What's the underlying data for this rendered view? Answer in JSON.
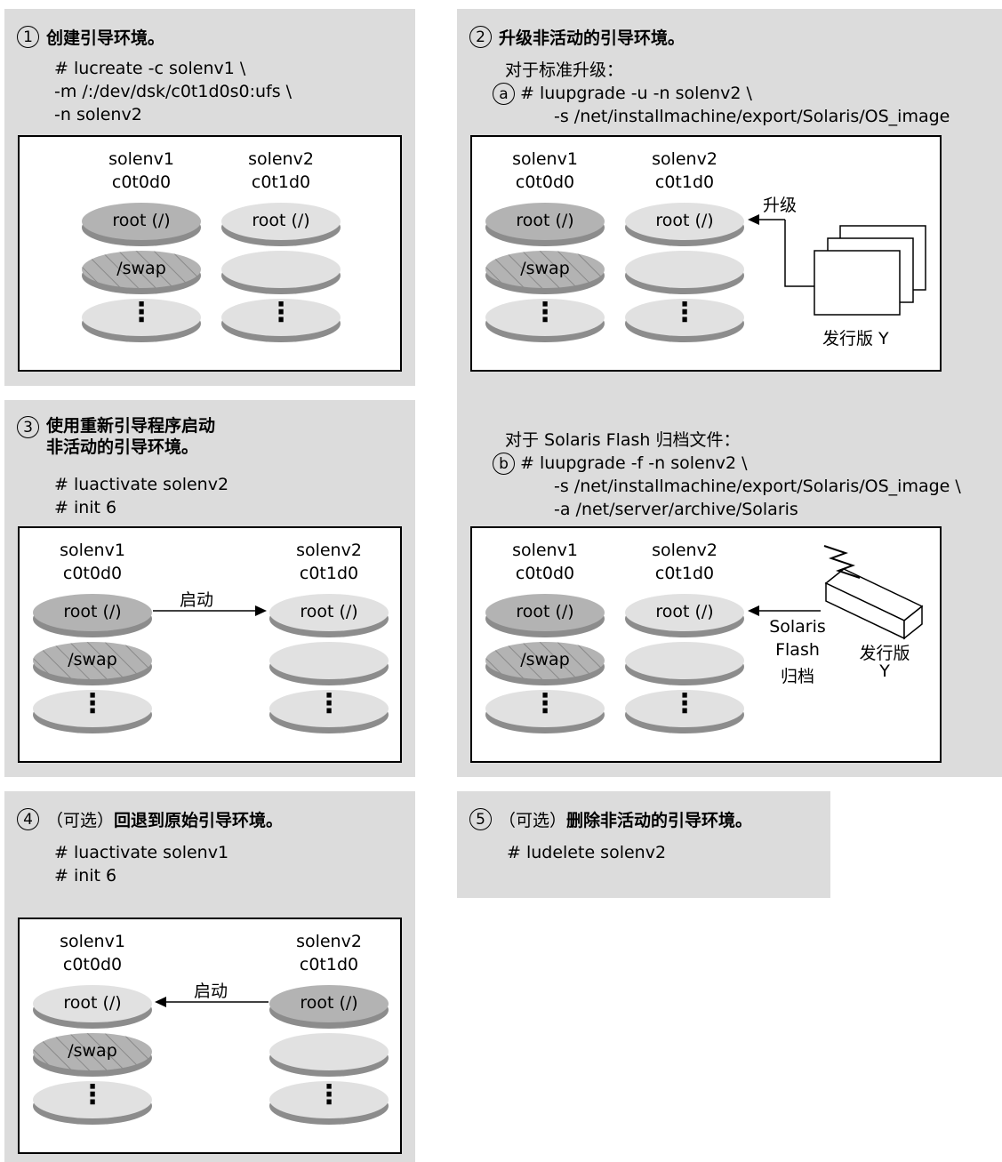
{
  "panels": {
    "p1": {
      "num": "1",
      "title": "创建引导环境。",
      "cmd": [
        "# lucreate -c solenv1 \\",
        "-m /:/dev/dsk/c0t1d0s0:ufs \\",
        "-n solenv2"
      ]
    },
    "p2": {
      "num": "2",
      "title": "升级非活动的引导环境。",
      "intro": "对于标准升级：",
      "opt_a": "a",
      "cmd_a": [
        "# luupgrade -u -n solenv2 \\",
        "-s /net/installmachine/export/Solaris/OS_image"
      ],
      "intro_b": "对于 Solaris Flash 归档文件：",
      "opt_b": "b",
      "cmd_b": [
        "# luupgrade -f -n solenv2 \\",
        "-s /net/installmachine/export/Solaris/OS_image \\",
        "-a /net/server/archive/Solaris"
      ]
    },
    "p3": {
      "num": "3",
      "title": [
        "使用重新引导程序启动",
        "非活动的引导环境。"
      ],
      "cmd": [
        "# luactivate solenv2",
        "# init 6"
      ]
    },
    "p4": {
      "num": "4",
      "title_prefix": "（可选）",
      "title": "回退到原始引导环境。",
      "cmd": [
        "# luactivate solenv1",
        "# init 6"
      ]
    },
    "p5": {
      "num": "5",
      "title_prefix": "（可选）",
      "title": "删除非活动的引导环境。",
      "cmd": [
        "# ludelete solenv2"
      ]
    }
  },
  "env": {
    "env1_name": "solenv1",
    "env1_disk": "c0t0d0",
    "env2_name": "solenv2",
    "env2_disk": "c0t1d0",
    "root_label": "root (/)",
    "swap_label": "/swap",
    "dots": "⋮"
  },
  "arrows": {
    "boot": "启动",
    "upgrade": "升级",
    "release": "发行版 Y",
    "release_l1": "发行版",
    "release_l2": "Y",
    "flash": [
      "Solaris",
      "Flash",
      "归档"
    ]
  },
  "colors": {
    "panel_bg": "#dcdcdc",
    "disk_active": "#b3b3b3",
    "disk_inactive": "#e1e1e1",
    "disk_edge": "#8c8c8c"
  }
}
